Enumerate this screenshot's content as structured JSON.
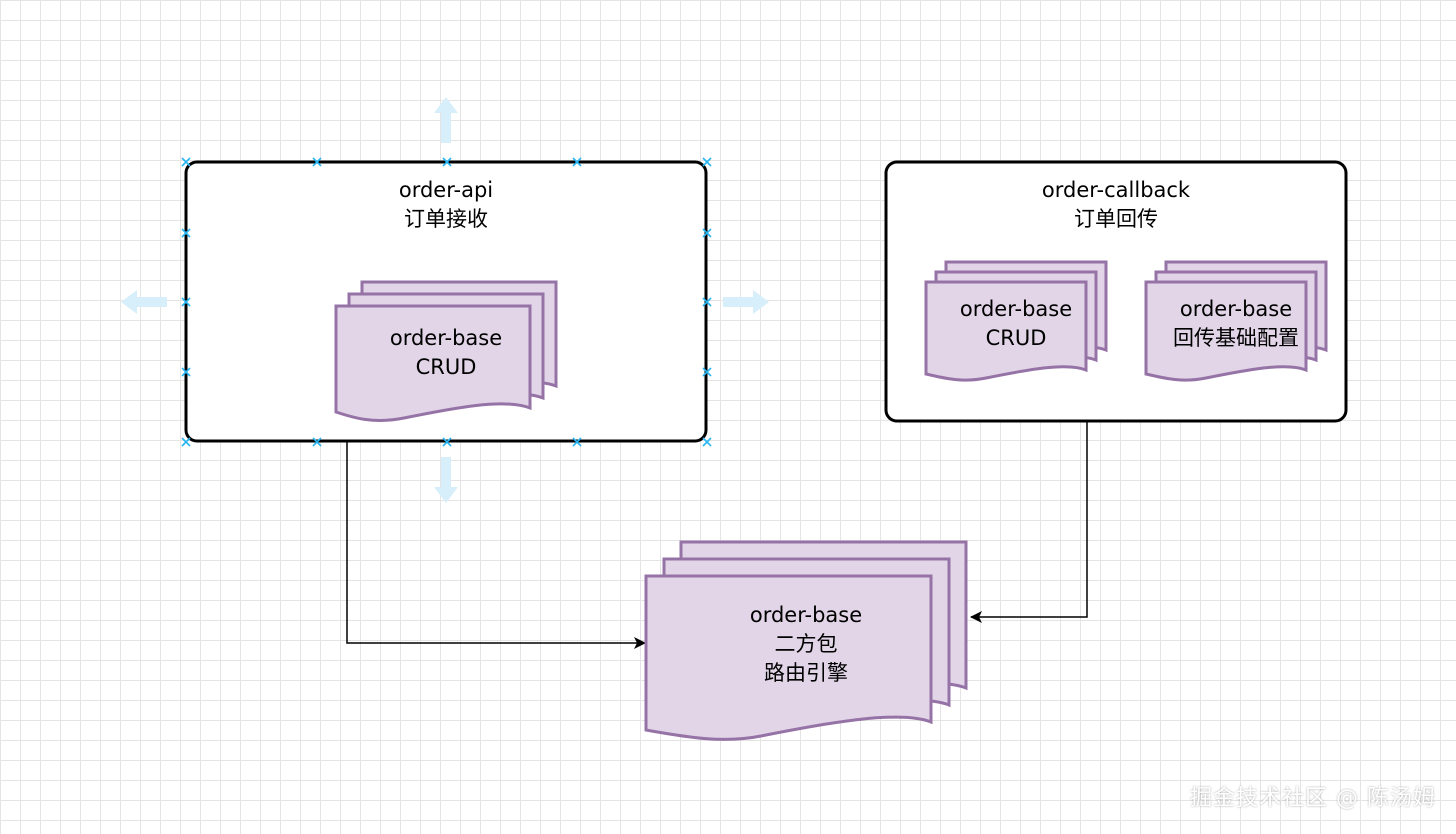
{
  "colors": {
    "doc_fill": "#e1d5e7",
    "doc_stroke": "#9673a6",
    "container_stroke": "#000000",
    "handle": "#29b6f2",
    "hover_arrow": "#d7eefb",
    "edge": "#000000"
  },
  "nodes": {
    "order_api": {
      "title": "order-api",
      "subtitle": "订单接收"
    },
    "order_callback": {
      "title": "order-callback",
      "subtitle": "订单回传"
    },
    "api_base": {
      "line1": "order-base",
      "line2": "CRUD"
    },
    "callback_base_crud": {
      "line1": "order-base",
      "line2": "CRUD"
    },
    "callback_base_config": {
      "line1": "order-base",
      "line2": "回传基础配置"
    },
    "shared_base": {
      "line1": "order-base",
      "line2": "二方包",
      "line3": "路由引擎"
    }
  },
  "watermark": "掘金技术社区 @ 陈汤姆"
}
